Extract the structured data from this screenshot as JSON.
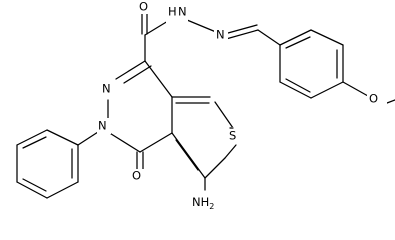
{
  "molecule": {
    "labels": {
      "carbonyl_o": "O",
      "ring_o": "O",
      "nh": "N",
      "nh_h": "H",
      "n_hydrazone": "N",
      "n_ring_top": "N",
      "n_ring_phenyl": "N",
      "s": "S",
      "nh2": "NH",
      "nh2_sub": "2",
      "ome_o": "O"
    }
  }
}
